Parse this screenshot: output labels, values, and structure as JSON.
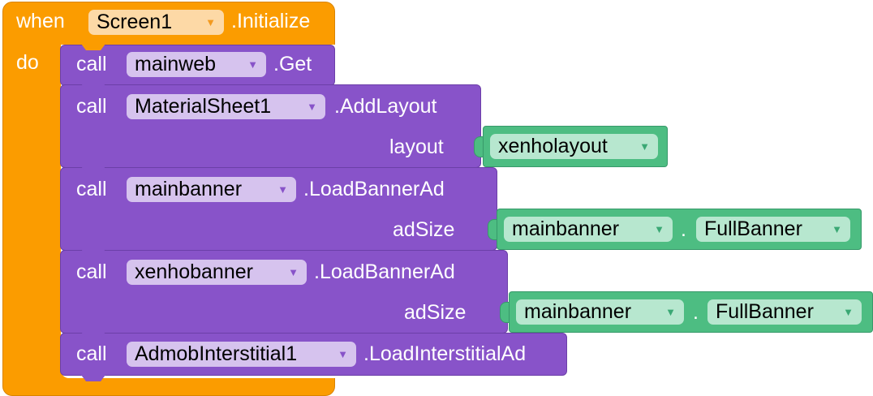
{
  "event": {
    "when_label": "when",
    "component": "Screen1",
    "event_name": ".Initialize",
    "do_label": "do"
  },
  "blocks": [
    {
      "call_label": "call",
      "component": "mainweb",
      "method": ".Get"
    },
    {
      "call_label": "call",
      "component": "MaterialSheet1",
      "method": ".AddLayout",
      "arg_label": "layout",
      "arg_value": "xenholayout"
    },
    {
      "call_label": "call",
      "component": "mainbanner",
      "method": ".LoadBannerAd",
      "arg_label": "adSize",
      "arg_component": "mainbanner",
      "arg_dot": ".",
      "arg_property": "FullBanner"
    },
    {
      "call_label": "call",
      "component": "xenhobanner",
      "method": ".LoadBannerAd",
      "arg_label": "adSize",
      "arg_component": "mainbanner",
      "arg_dot": ".",
      "arg_property": "FullBanner"
    },
    {
      "call_label": "call",
      "component": "AdmobInterstitial1",
      "method": ".LoadInterstitialAd"
    }
  ],
  "colors": {
    "event_block": "#fb9c00",
    "procedure_block": "#8853c9",
    "value_block": "#4dbd82"
  }
}
